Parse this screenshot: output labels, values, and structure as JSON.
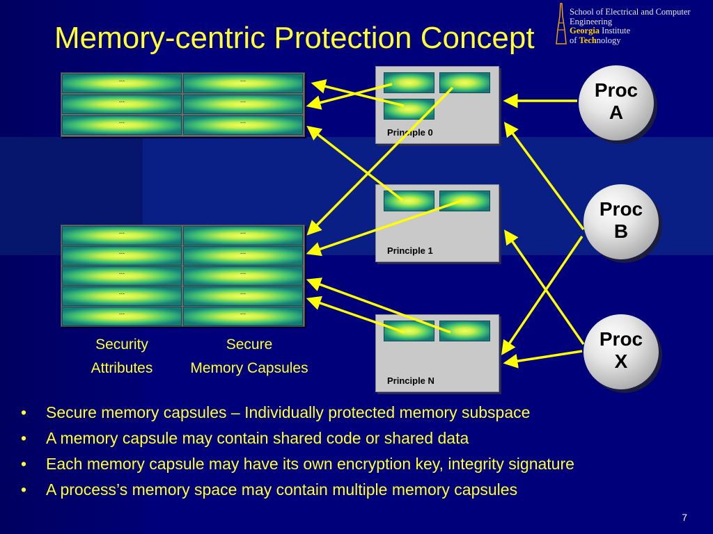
{
  "slide": {
    "title": "Memory-centric Protection Concept",
    "page_number": "7"
  },
  "logo": {
    "line1": "School of Electrical and Computer",
    "line2": "Engineering",
    "line3_bold": "Georgia",
    "line3_rest": " Institute",
    "line4_pre": "of ",
    "line4_bold": "Tech",
    "line4_rest": "nology"
  },
  "memory_cells": {
    "placeholder": "..."
  },
  "memory_labels": {
    "security_attributes_line1": "Security",
    "security_attributes_line2": "Attributes",
    "secure_capsules_line1": "Secure",
    "secure_capsules_line2": "Memory Capsules"
  },
  "principles": [
    {
      "label": "Principle 0"
    },
    {
      "label": "Principle 1"
    },
    {
      "label": "Principle N"
    }
  ],
  "processes": [
    {
      "line1": "Proc",
      "line2": "A"
    },
    {
      "line1": "Proc",
      "line2": "B"
    },
    {
      "line1": "Proc",
      "line2": "X"
    }
  ],
  "bullets": [
    "Secure memory capsules – Individually protected memory subspace",
    "A memory capsule may contain shared code or shared data",
    "Each memory capsule may have its own encryption key, integrity signature",
    "A process’s memory space may contain multiple memory capsules"
  ],
  "colors": {
    "background": "#00007a",
    "text_accent": "#ffff33",
    "arrow": "#ffff00"
  }
}
